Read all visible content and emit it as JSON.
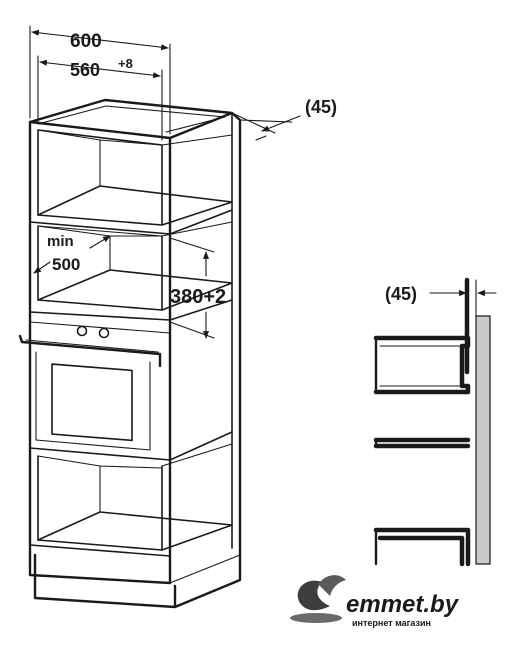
{
  "dimensions": {
    "width_total": "600",
    "width_inner": "560",
    "width_inner_tolerance": "+8",
    "side_gap_top": "(45)",
    "depth_min_label": "min",
    "depth_min_value": "500",
    "niche_height": "380+2",
    "side_gap_detail": "(45)"
  },
  "watermark": {
    "brand": "emmet.by",
    "tagline": "интернет магазин"
  }
}
